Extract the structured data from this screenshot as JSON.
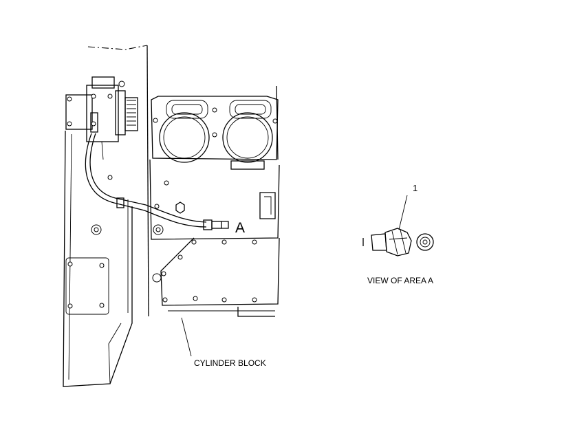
{
  "diagram": {
    "callout_a": "A",
    "label_cylinder_block": "CYLINDER BLOCK",
    "label_view": "VIEW OF AREA  A",
    "callout_number": "1"
  }
}
